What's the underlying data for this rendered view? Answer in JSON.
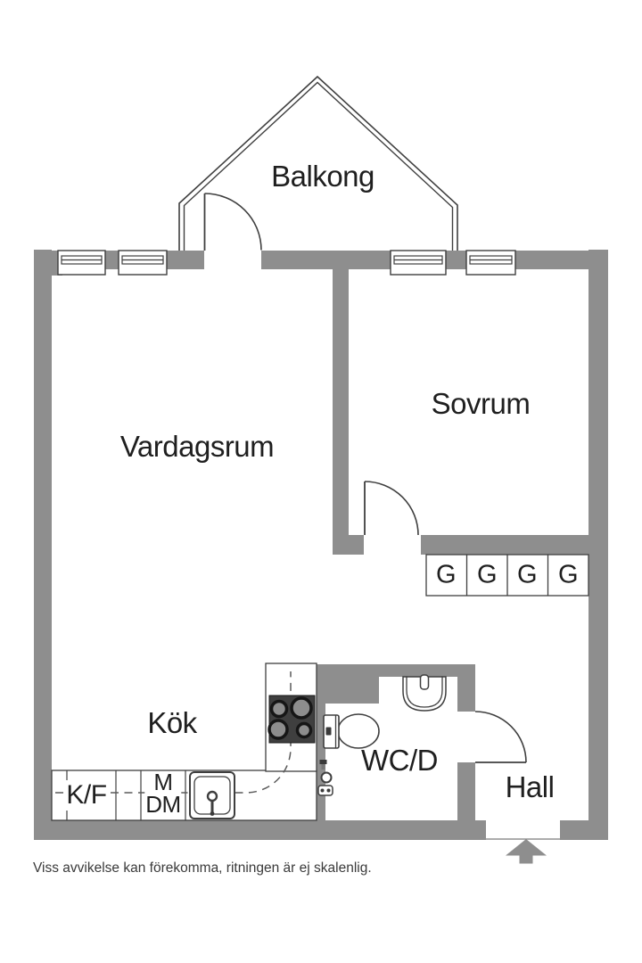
{
  "plan": {
    "rooms": {
      "balcony": "Balkong",
      "living_room": "Vardagsrum",
      "bedroom": "Sovrum",
      "kitchen": "Kök",
      "bathroom": "WC/D",
      "hall": "Hall"
    },
    "fixtures": {
      "fridge_freezer": "K/F",
      "microwave": "M",
      "dishwasher": "DM",
      "wardrobes": [
        "G",
        "G",
        "G",
        "G"
      ]
    },
    "disclaimer": "Viss avvikelse kan förekomma, ritningen är ej skalenlig.",
    "colors": {
      "wall": "#8e8e8e",
      "line": "#3f3f3f",
      "stove": "#3f3f3f",
      "text": "#1f1f1f",
      "muted": "#3a3a3a"
    }
  }
}
